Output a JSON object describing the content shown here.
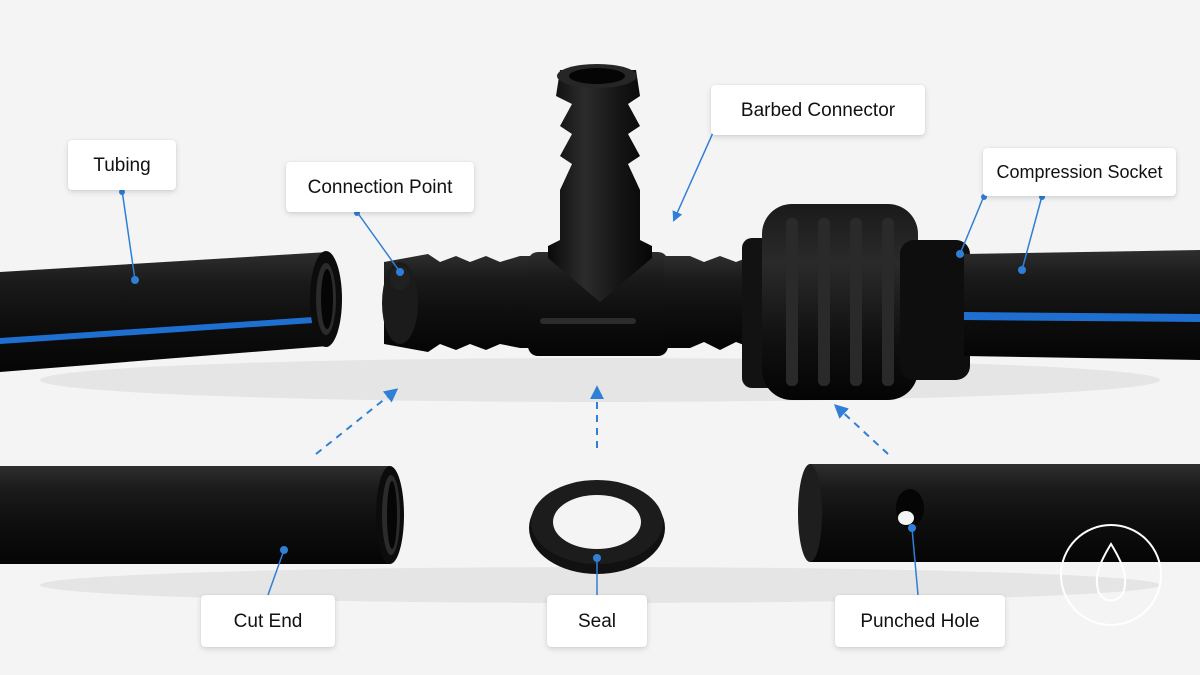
{
  "labels": {
    "tubing": "Tubing",
    "connection_point": "Connection Point",
    "barbed_connector": "Barbed Connector",
    "compression_socket": "Compression Socket",
    "cut_end": "Cut End",
    "seal": "Seal",
    "punched_hole": "Punched Hole"
  },
  "colors": {
    "background": "#f4f4f5",
    "component": "#141414",
    "stripe": "#1f6fd1",
    "leader_line": "#2f7fd6",
    "label_text": "#111111",
    "watermark": "#ffffff"
  },
  "icons": {
    "watermark": "water-drop-icon"
  }
}
